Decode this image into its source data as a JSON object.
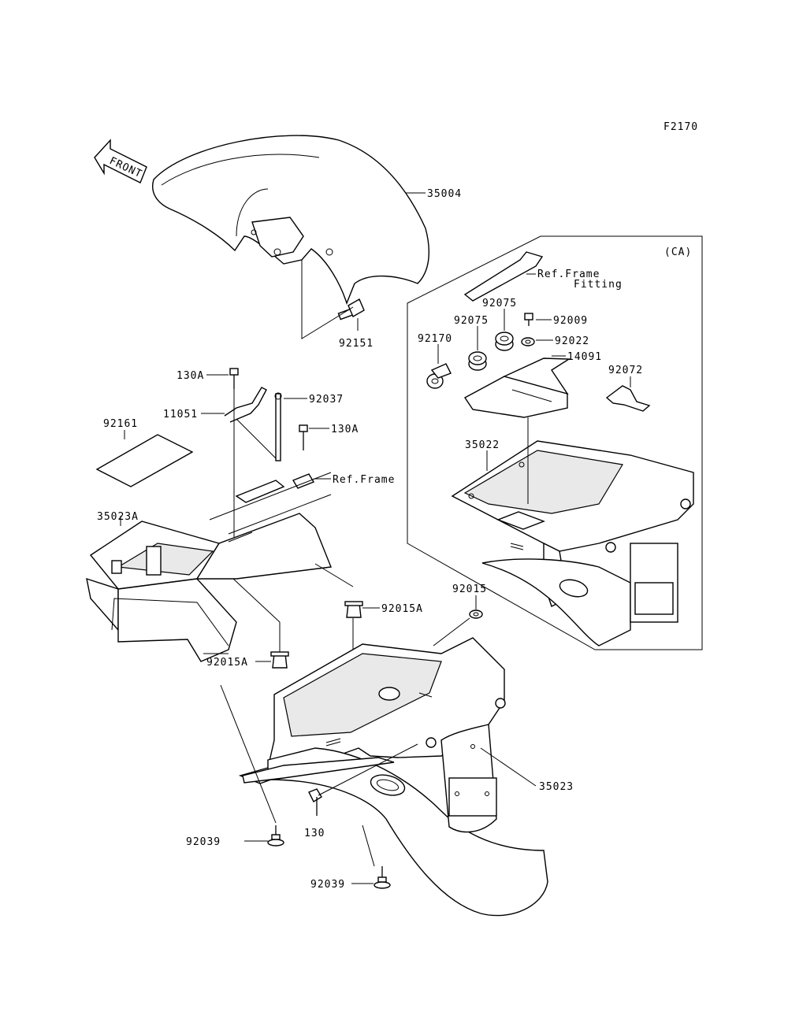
{
  "figure_code": "F2170",
  "front_arrow": "FRONT",
  "ca_label": "(CA)",
  "labels": {
    "p35004": "35004",
    "p92151": "92151",
    "p130A_top": "130A",
    "p11051": "11051",
    "p92037": "92037",
    "p130A_mid": "130A",
    "p92161": "92161",
    "ref_frame": "Ref.Frame",
    "p35023A": "35023A",
    "p92015A_right": "92015A",
    "p92015A_left": "92015A",
    "p92015": "92015",
    "p35023": "35023",
    "p130": "130",
    "p92039_left": "92039",
    "p92039_bottom": "92039",
    "ca_ref_frame": "Ref.Frame",
    "ca_fitting": "Fitting",
    "ca_92075_a": "92075",
    "ca_92075_b": "92075",
    "ca_92009": "92009",
    "ca_92170": "92170",
    "ca_92022": "92022",
    "ca_14091": "14091",
    "ca_92072": "92072",
    "ca_35022": "35022"
  },
  "icons": {
    "front": "front-arrow-icon"
  }
}
